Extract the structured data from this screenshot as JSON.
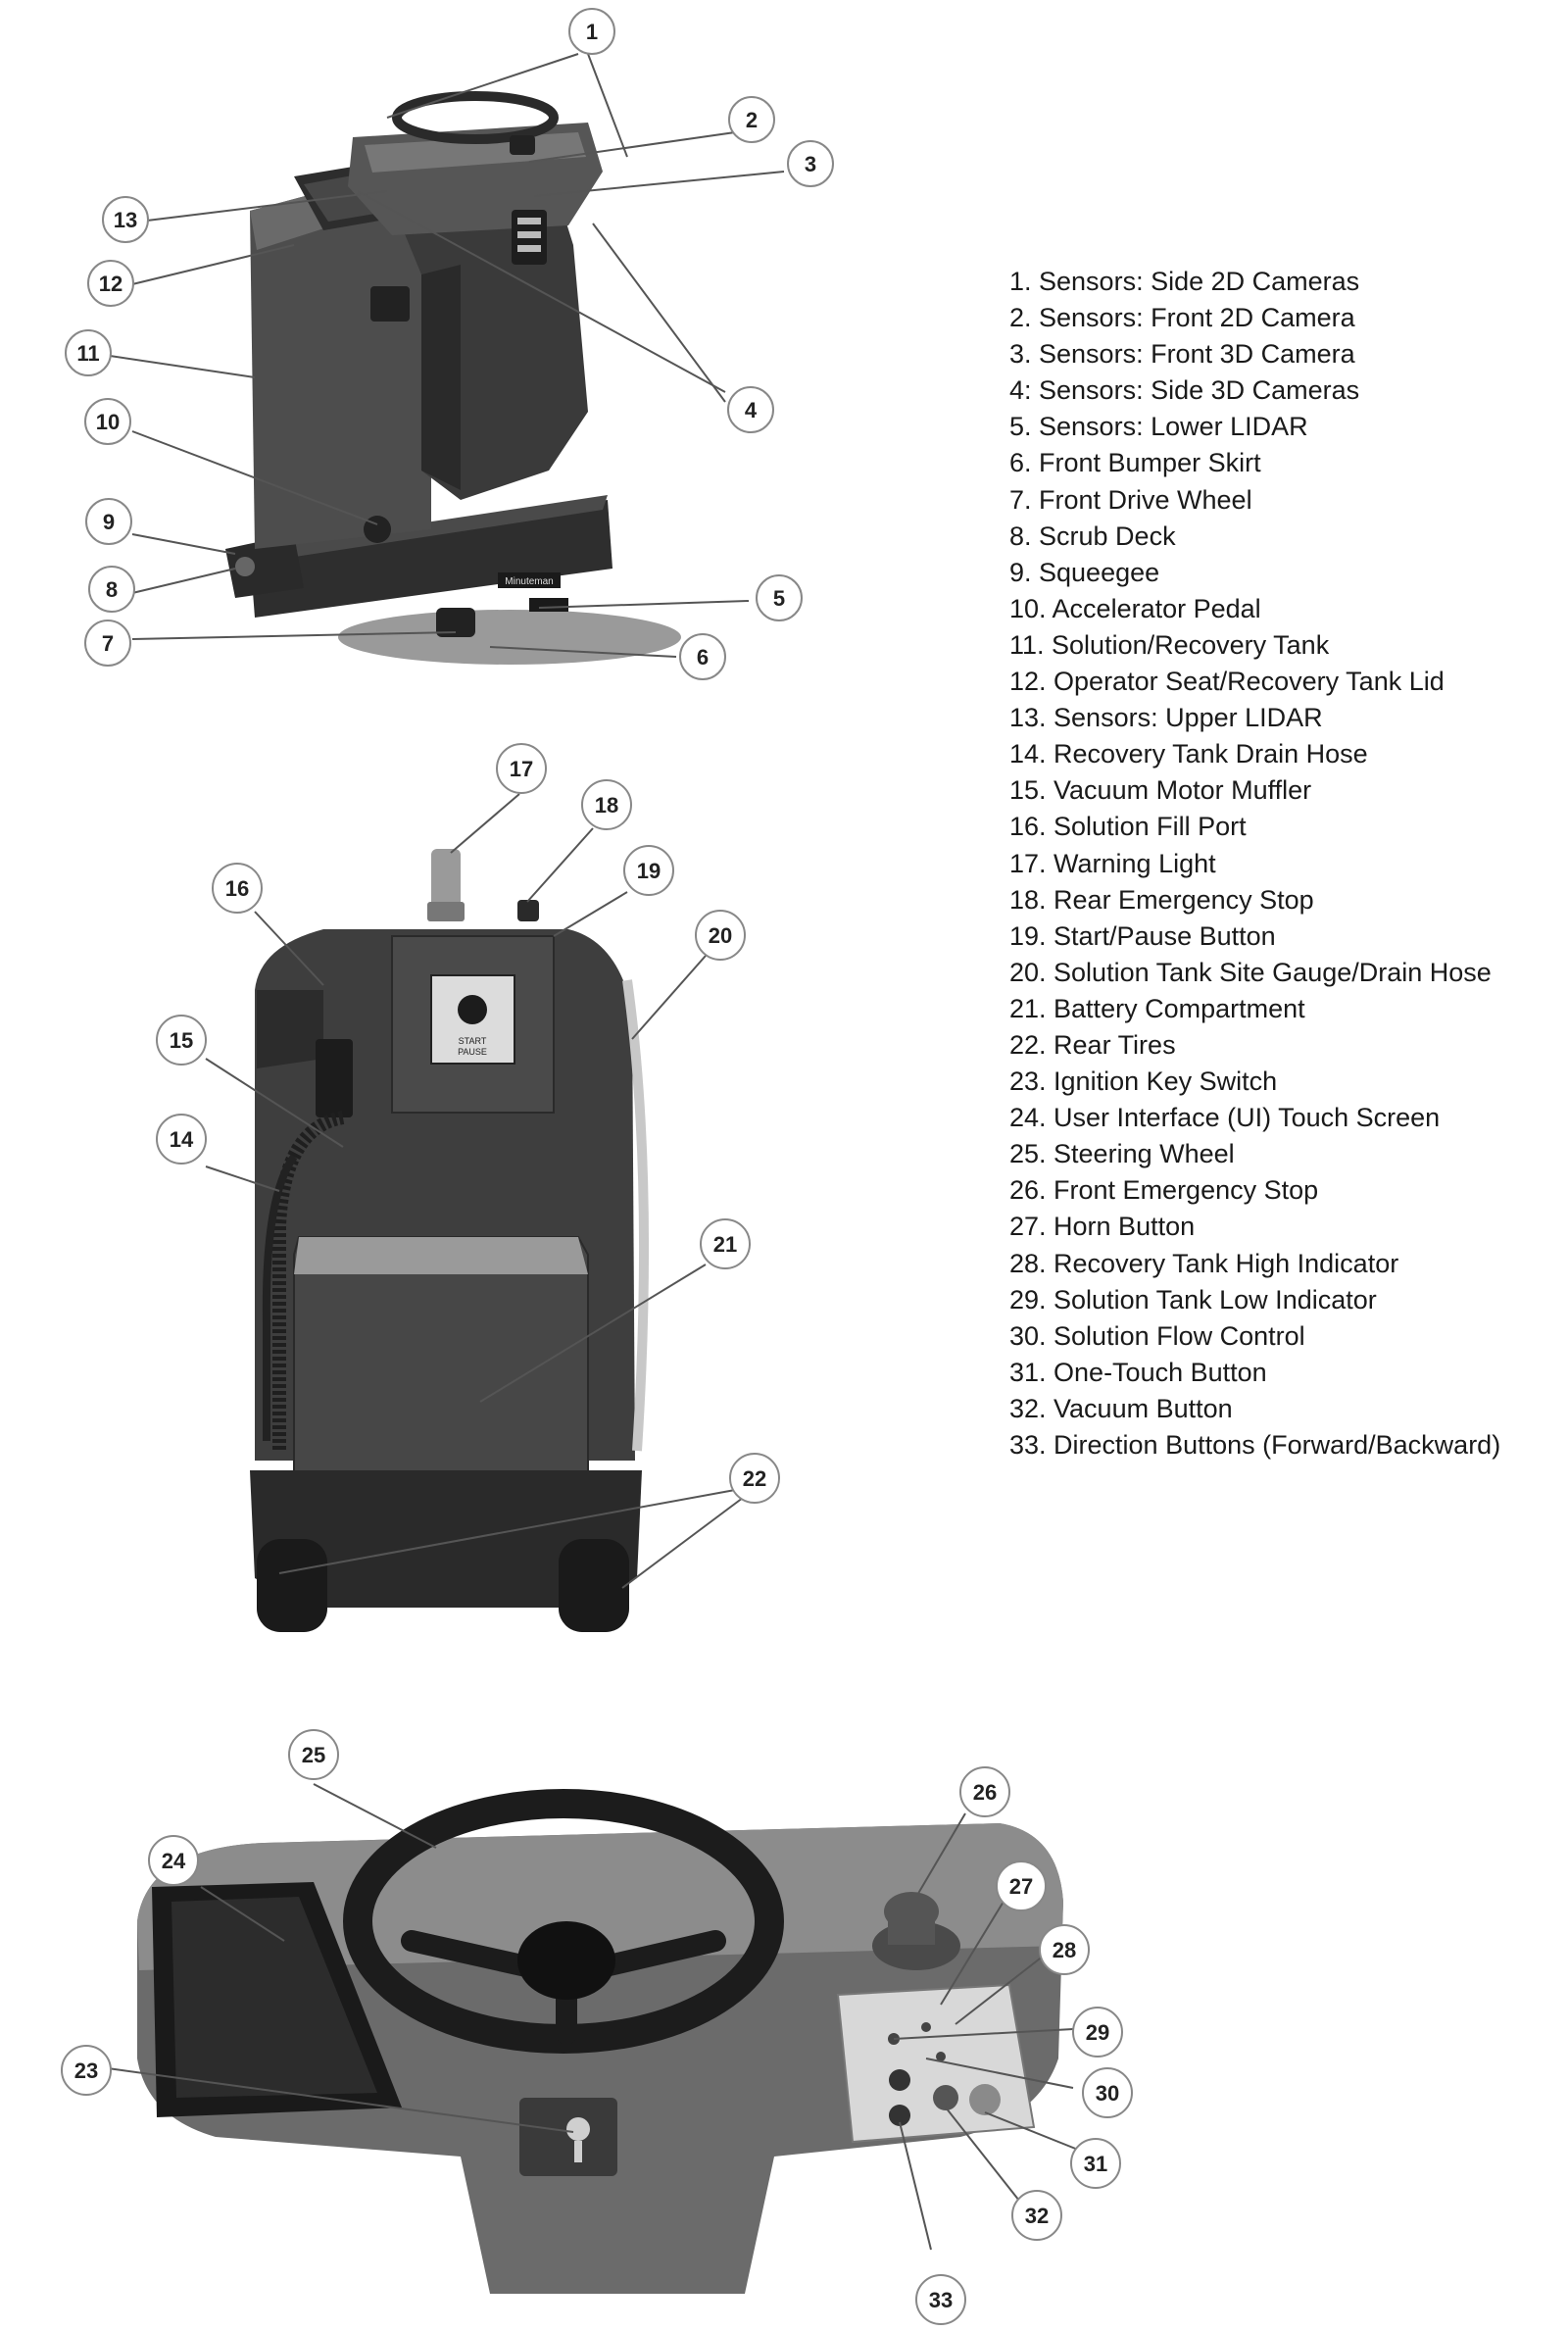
{
  "legend": [
    "1. Sensors: Side 2D Cameras",
    "2. Sensors: Front 2D Camera",
    "3. Sensors: Front 3D Camera",
    "4: Sensors: Side 3D Cameras",
    "5. Sensors: Lower LIDAR",
    "6. Front Bumper Skirt",
    "7. Front Drive Wheel",
    "8. Scrub Deck",
    "9. Squeegee",
    "10. Accelerator Pedal",
    "11. Solution/Recovery Tank",
    "12. Operator Seat/Recovery Tank Lid",
    "13. Sensors: Upper LIDAR",
    "14. Recovery Tank Drain Hose",
    "15. Vacuum Motor Muffler",
    "16. Solution Fill Port",
    "17. Warning Light",
    "18. Rear Emergency Stop",
    "19. Start/Pause Button",
    "20. Solution Tank Site Gauge/Drain Hose",
    "21. Battery Compartment",
    "22. Rear Tires",
    "23. Ignition Key Switch",
    "24. User Interface (UI) Touch Screen",
    "25. Steering Wheel",
    "26. Front Emergency Stop",
    "27. Horn Button",
    "28. Recovery Tank High Indicator",
    "29. Solution Tank Low Indicator",
    "30. Solution Flow Control",
    "31. One-Touch Button",
    "32. Vacuum Button",
    "33. Direction Buttons (Forward/Backward)"
  ],
  "callouts": [
    "1",
    "2",
    "3",
    "4",
    "5",
    "6",
    "7",
    "8",
    "9",
    "10",
    "11",
    "12",
    "13",
    "14",
    "15",
    "16",
    "17",
    "18",
    "19",
    "20",
    "21",
    "22",
    "23",
    "24",
    "25",
    "26",
    "27",
    "28",
    "29",
    "30",
    "31",
    "32",
    "33"
  ],
  "photo_labels": {
    "brand": "Minuteman",
    "start_pause_line1": "START",
    "start_pause_line2": "PAUSE"
  },
  "colors": {
    "machine_dark": "#3a3a3a",
    "machine_mid": "#5a5a5a",
    "machine_light": "#8a8a8a",
    "leader_line": "#555555",
    "callout_stroke": "#888888"
  }
}
